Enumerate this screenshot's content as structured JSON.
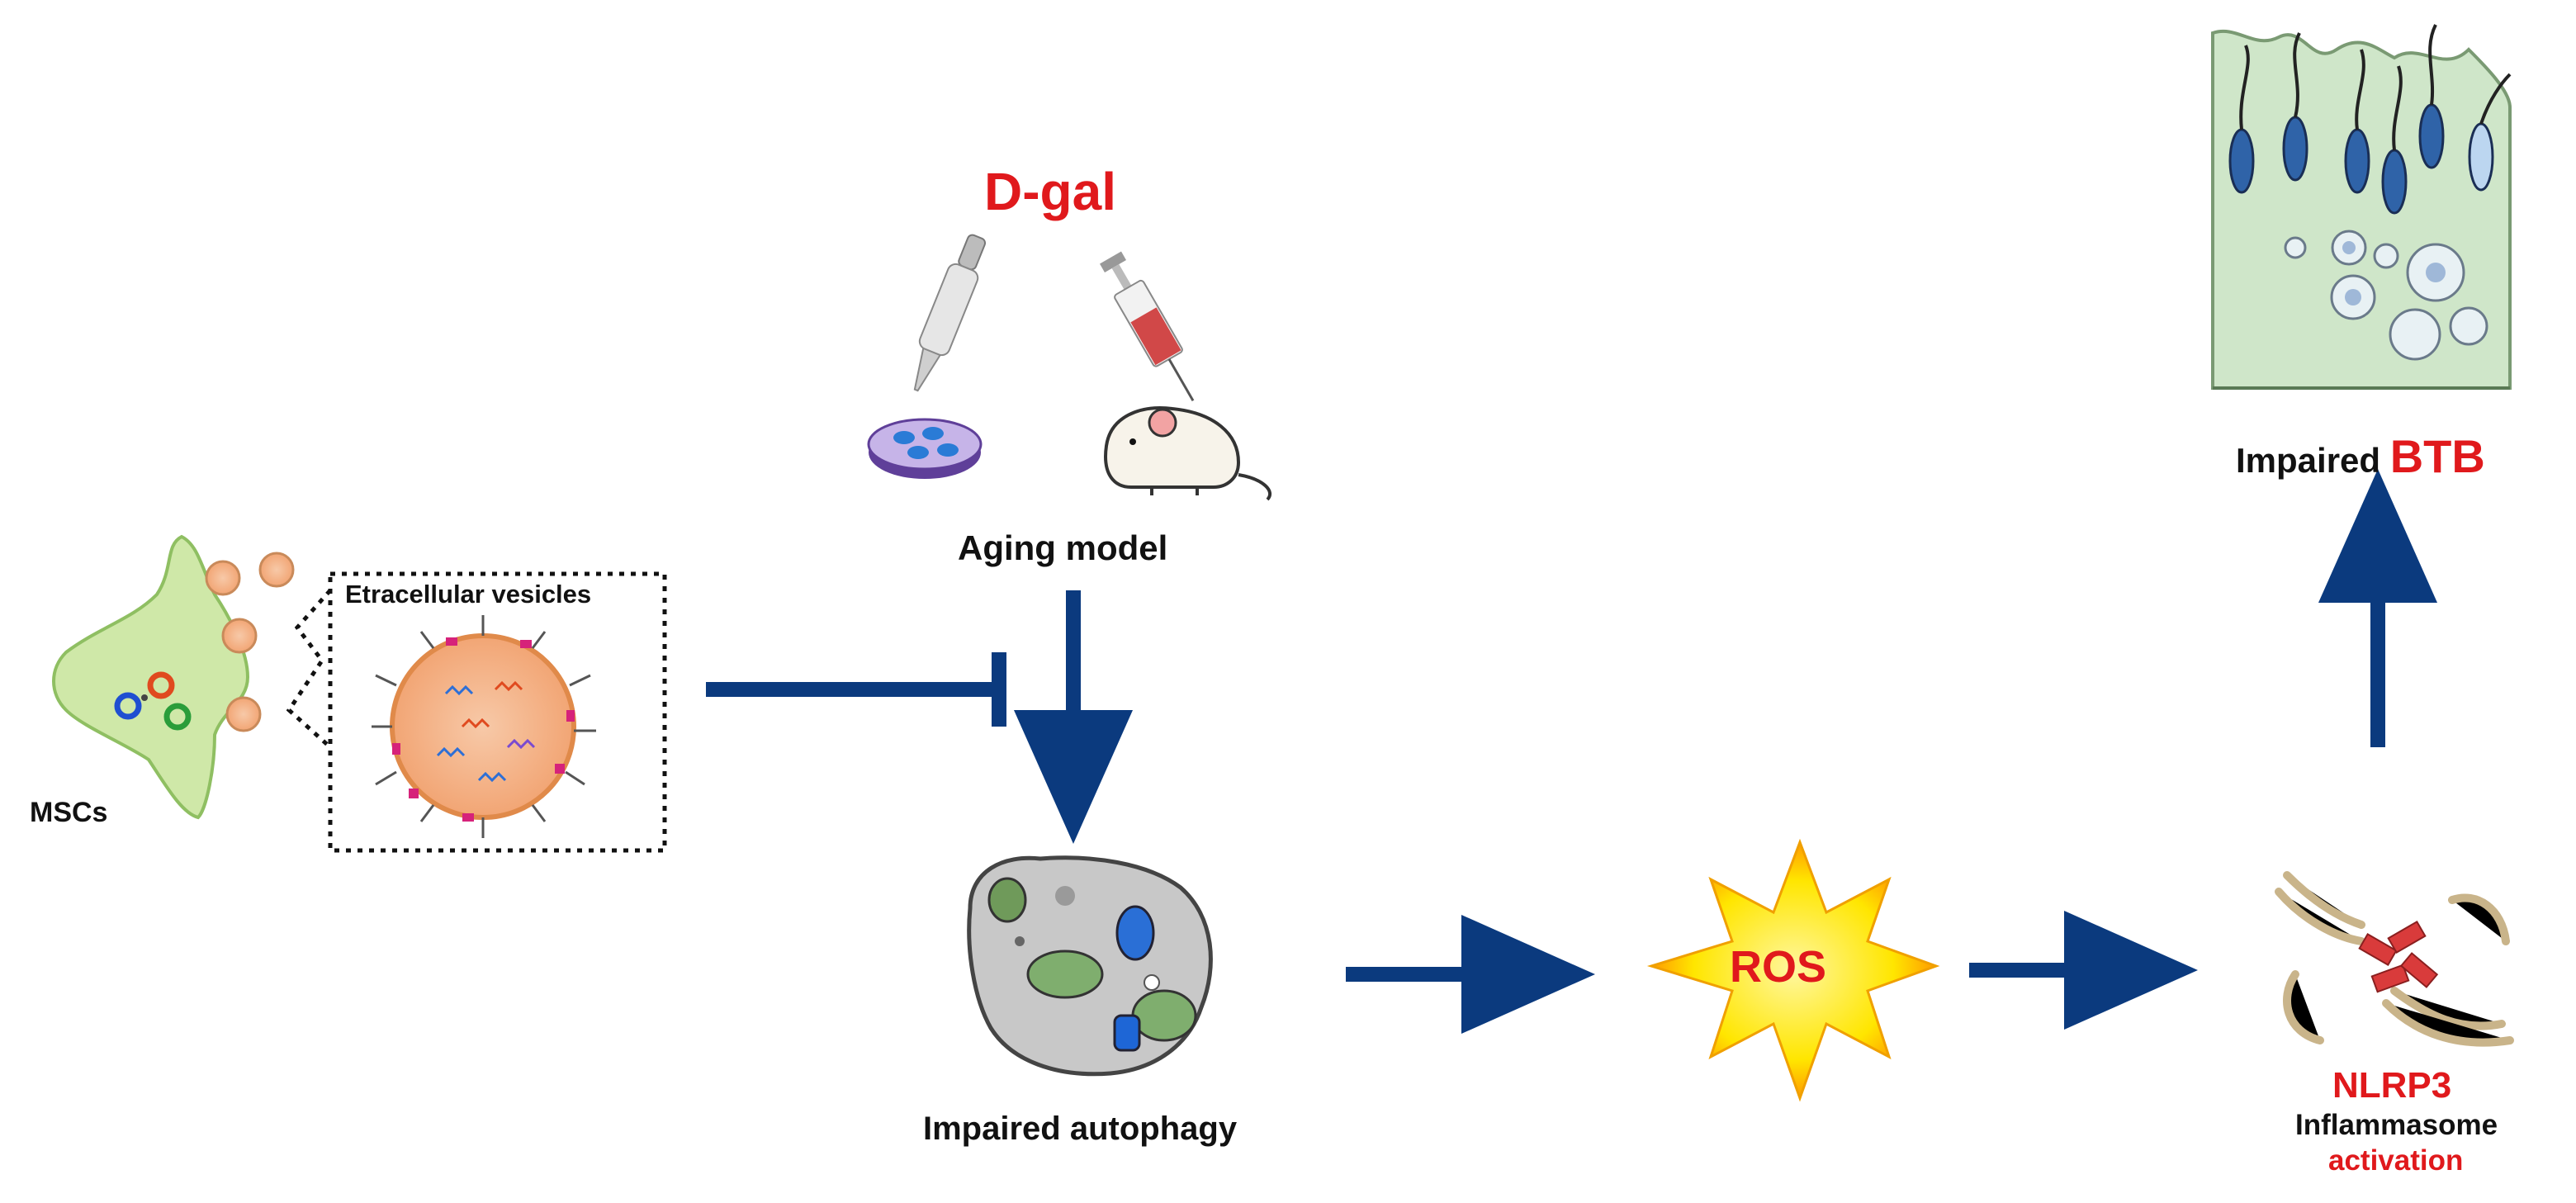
{
  "labels": {
    "msc": "MSCs",
    "ev": "Etracellular vesicles",
    "dgal": "D-gal",
    "aging": "Aging model",
    "autophagy": "Impaired autophagy",
    "ros": "ROS",
    "nlrp3": "NLRP3",
    "inflammasome": "Inflammasome",
    "activation": "activation",
    "btb_prefix": "Impaired",
    "btb": "BTB"
  },
  "colors": {
    "arrow": "#0b3a7e",
    "accent_red": "#e0191c",
    "cell_green": "#cfe8a8",
    "ros_yellow": "#ffe600"
  },
  "icons": [
    "msc-cell",
    "extracellular-vesicle",
    "pipette",
    "syringe",
    "petri-dish",
    "mouse",
    "autophagy-cell",
    "ros-burst",
    "nlrp3-inflammasome",
    "seminiferous-epithelium"
  ]
}
